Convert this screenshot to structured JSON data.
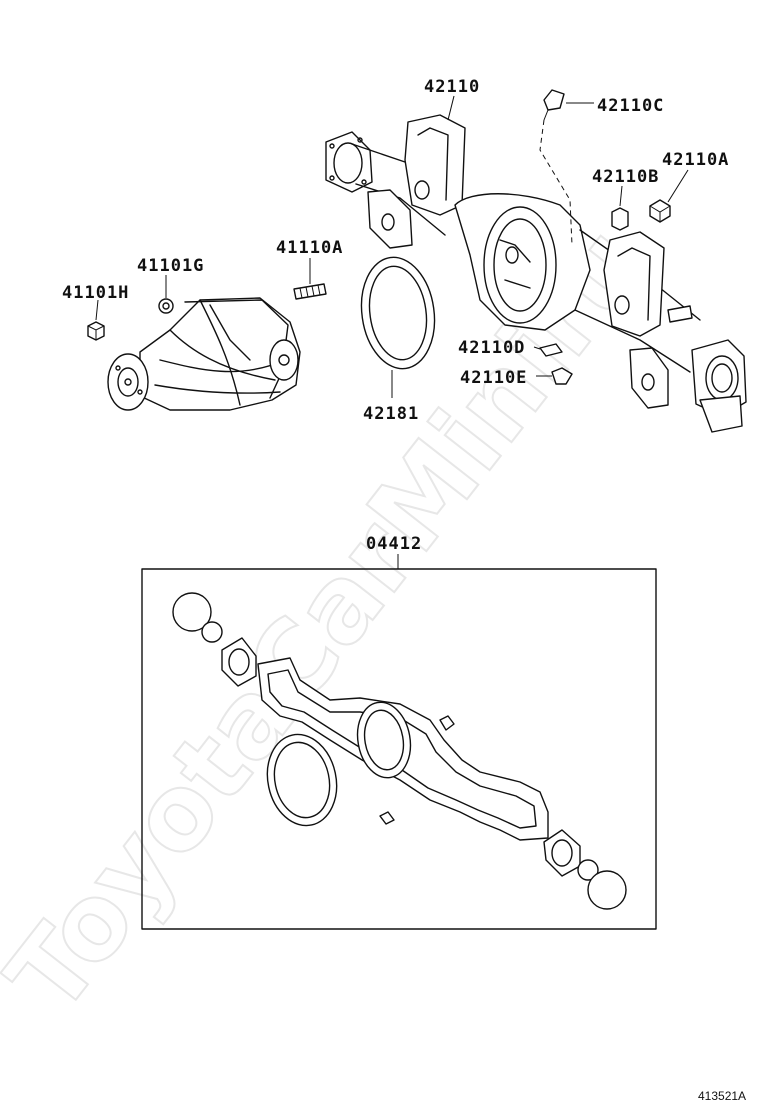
{
  "labels": {
    "p42110": "42110",
    "p42110C": "42110C",
    "p42110A": "42110A",
    "p42110B": "42110B",
    "p41110A": "41110A",
    "p41101G": "41101G",
    "p41101H": "41101H",
    "p42110D": "42110D",
    "p42110E": "42110E",
    "p42181": "42181",
    "p04412": "04412"
  },
  "watermark": "ToyotaCarMiniru",
  "figure_ref": "413521A"
}
